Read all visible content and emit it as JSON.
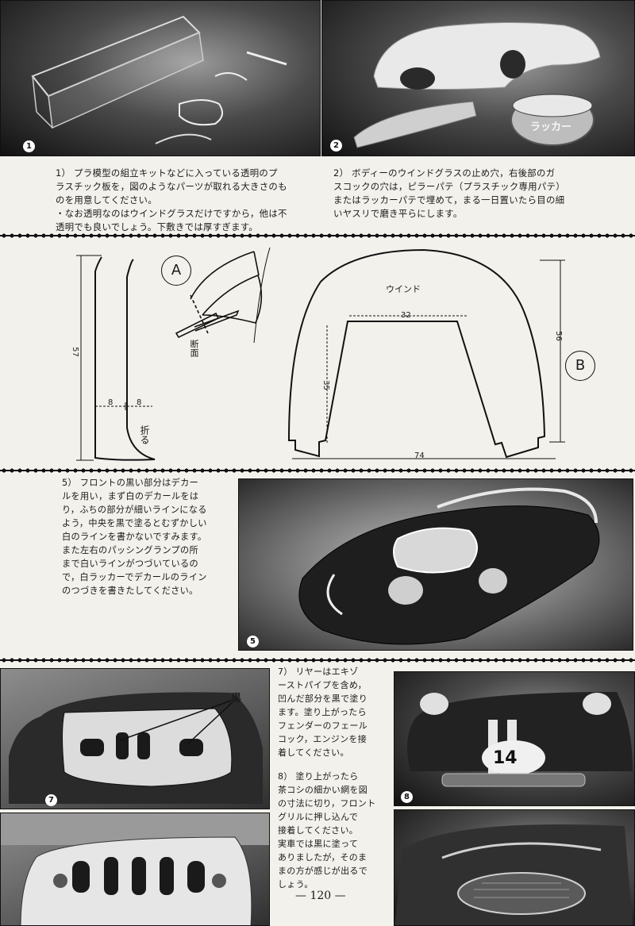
{
  "photos": {
    "p1": {
      "num": "1"
    },
    "p2": {
      "num": "2",
      "tube_label": "ラッカー"
    },
    "p5": {
      "num": "5"
    },
    "p7": {
      "num": "7",
      "callout": "黒"
    },
    "p8": {
      "num": "8",
      "car_number": "14"
    }
  },
  "steps": {
    "step1": {
      "lines": [
        "1） プラ模型の組立キットなどに入っている透明のプ",
        "ラスチック板を，図のようなパーツが取れる大きさのも",
        "のを用意してください。",
        "・なお透明なのはウインドグラスだけですから，他は不",
        "透明でも良いでしょう。下敷きでは厚すぎます。"
      ]
    },
    "step2": {
      "lines": [
        "2） ボディーのウインドグラスの止め穴，右後部のガ",
        "スコックの穴は，ピラーパテ（プラスチック専用パテ）",
        "またはラッカーパテで埋めて，まる一日置いたら目の細",
        "いヤスリで磨き平らにします。"
      ]
    },
    "step5": {
      "lines": [
        "5） フロントの黒い部分はデカー",
        "ルを用い，まず白のデカールをは",
        "り，ふちの部分が細いラインになる",
        "よう，中央を黒で塗るとむずかしい",
        "白のラインを書かないですみます。",
        "また左右のパッシングランプの所",
        "まで白いラインがつづいているの",
        "で，白ラッカーでデカールのライン",
        "のつづきを書きたしてください。"
      ]
    },
    "step7": {
      "lines": [
        "7） リヤーはエキゾ",
        "ーストパイプを含め，",
        "凹んだ部分を黒で塗り",
        "ます。塗り上がったら",
        "フェンダーのフェール",
        "コック，エンジンを接",
        "着してください。"
      ]
    },
    "step8": {
      "lines": [
        "8） 塗り上がったら",
        "茶コシの細かい網を図",
        "の寸法に切り，フロント",
        "グリルに押し込んで",
        "接着してください。",
        "実車では黒に塗って",
        "ありましたが，そのま",
        "まの方が感じが出るで",
        "しょう。"
      ]
    }
  },
  "diagram": {
    "dim_57": "57",
    "dim_8a": "8",
    "dim_8b": "8",
    "fold_label": "折る",
    "label_a": "A",
    "section_label": "断面",
    "label_b": "B",
    "window_label": "ウインド",
    "dim_32": "32",
    "dim_35": "35",
    "dim_56": "56",
    "dim_74": "74"
  },
  "page_number": "— 120 —"
}
